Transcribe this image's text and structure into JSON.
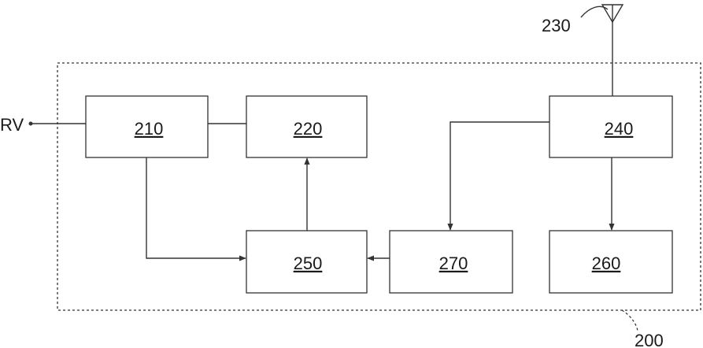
{
  "diagram": {
    "container_label": "200",
    "antenna_label": "230",
    "input_label": "RV",
    "blocks": {
      "b210": "210",
      "b220": "220",
      "b240": "240",
      "b250": "250",
      "b260": "260",
      "b270": "270"
    }
  }
}
